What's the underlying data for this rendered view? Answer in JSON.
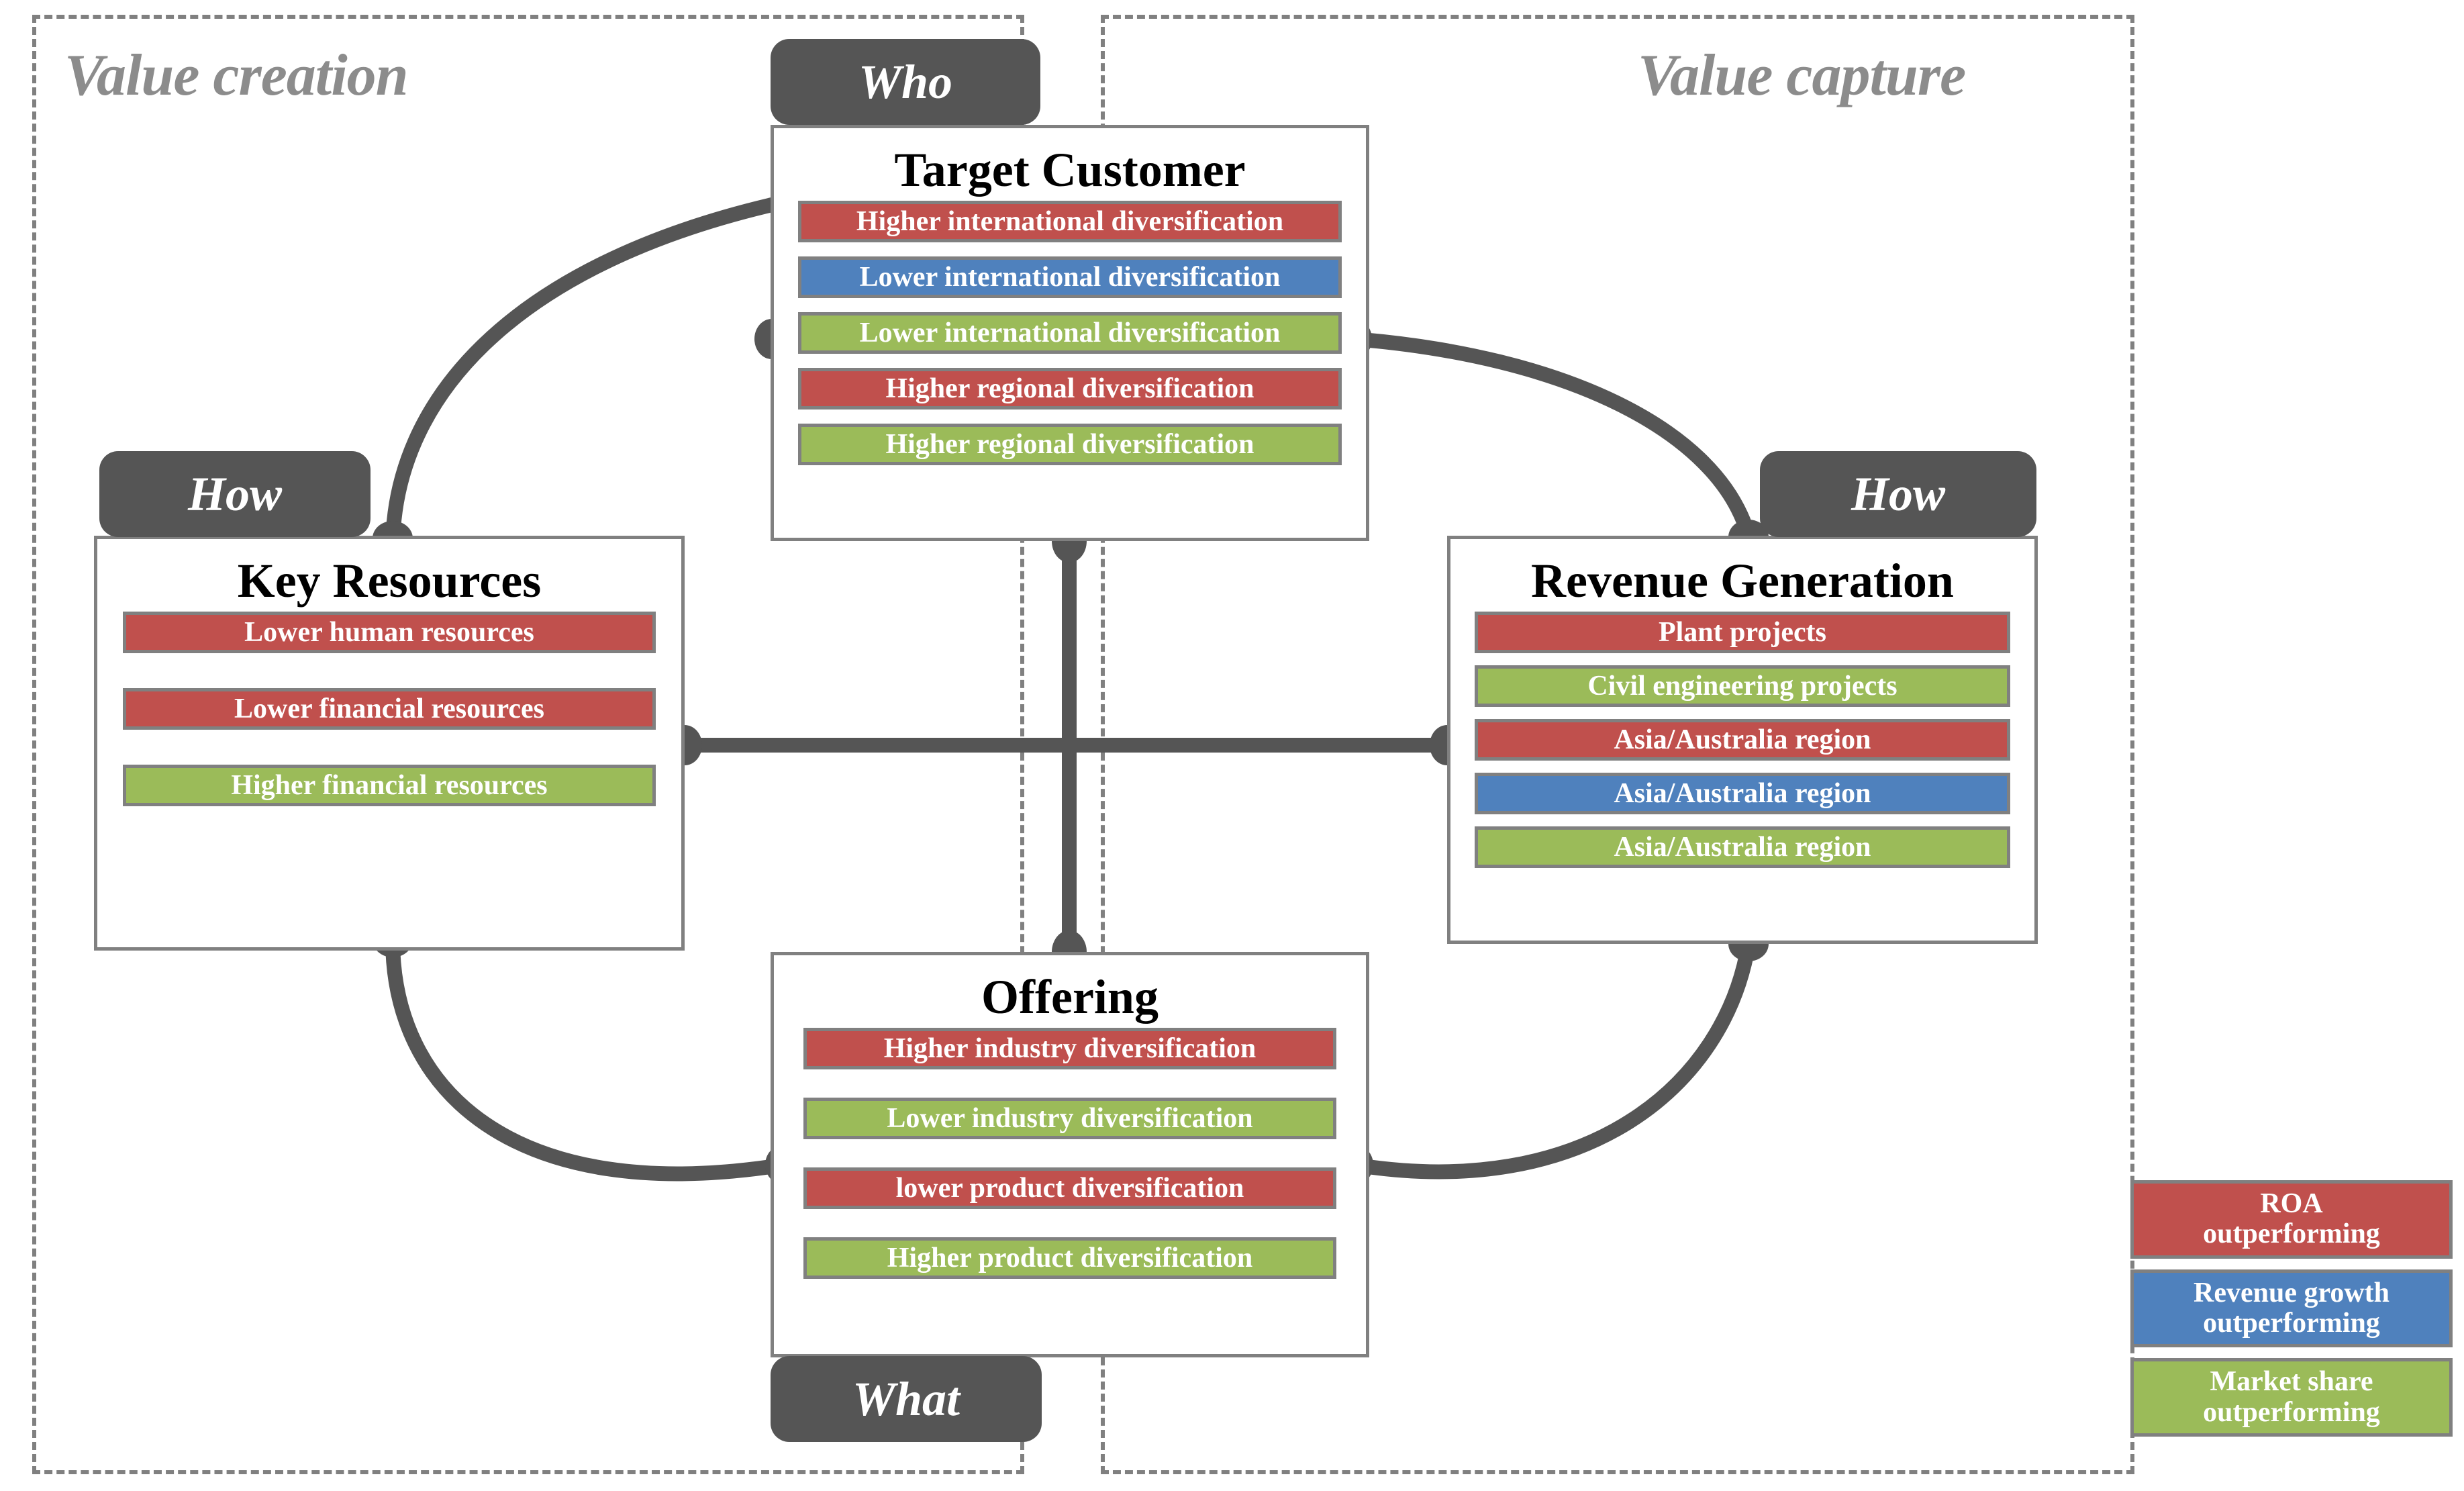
{
  "zones": [
    {
      "id": "value-creation",
      "label": "Value creation"
    },
    {
      "id": "value-capture",
      "label": "Value capture"
    }
  ],
  "tabs": {
    "who": "Who",
    "how_left": "How",
    "how_right": "How",
    "what": "What"
  },
  "blocks": {
    "target_customer": {
      "title": "Target Customer",
      "items": [
        {
          "label": "Higher international diversification",
          "color": "red"
        },
        {
          "label": "Lower international diversification",
          "color": "blue"
        },
        {
          "label": "Lower international diversification",
          "color": "green"
        },
        {
          "label": "Higher regional diversification",
          "color": "red"
        },
        {
          "label": "Higher regional diversification",
          "color": "green"
        }
      ]
    },
    "key_resources": {
      "title": "Key Resources",
      "items": [
        {
          "label": "Lower human resources",
          "color": "red"
        },
        {
          "label": "Lower financial resources",
          "color": "red"
        },
        {
          "label": "Higher financial resources",
          "color": "green"
        }
      ]
    },
    "revenue_generation": {
      "title": "Revenue Generation",
      "items": [
        {
          "label": "Plant projects",
          "color": "red"
        },
        {
          "label": "Civil engineering projects",
          "color": "green"
        },
        {
          "label": "Asia/Australia region",
          "color": "red"
        },
        {
          "label": "Asia/Australia region",
          "color": "blue"
        },
        {
          "label": "Asia/Australia region",
          "color": "green"
        }
      ]
    },
    "offering": {
      "title": "Offering",
      "items": [
        {
          "label": "Higher industry diversification",
          "color": "red"
        },
        {
          "label": "Lower industry diversification",
          "color": "green"
        },
        {
          "label": "lower product diversification",
          "color": "red"
        },
        {
          "label": "Higher product diversification",
          "color": "green"
        }
      ]
    }
  },
  "legend": [
    {
      "line1": "ROA",
      "line2": "outperforming",
      "color": "red"
    },
    {
      "line1": "Revenue growth",
      "line2": "outperforming",
      "color": "blue"
    },
    {
      "line1": "Market share",
      "line2": "outperforming",
      "color": "green"
    }
  ],
  "colors": {
    "red": "#c0504d",
    "blue": "#4f81bd",
    "green": "#9bbb59",
    "tab": "#555555",
    "connector": "#555555",
    "frame": "#808080",
    "zone_title": "#8c8c8c"
  }
}
